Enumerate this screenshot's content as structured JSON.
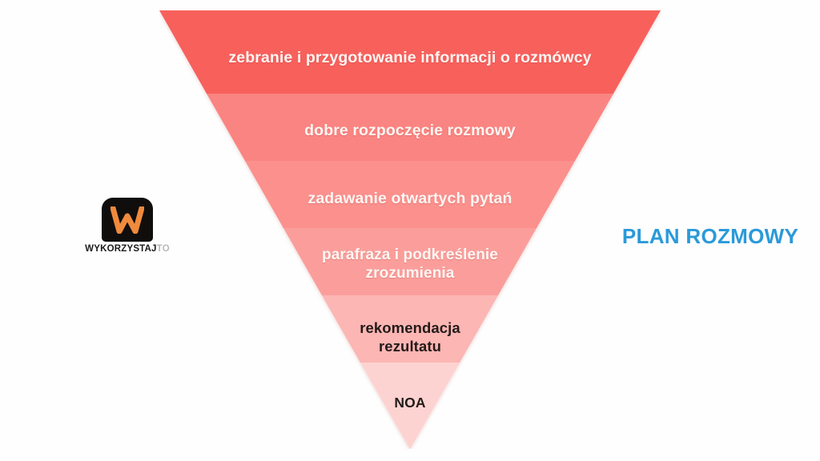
{
  "diagram": {
    "type": "inverted-funnel",
    "title": "PLAN ROZMOWY",
    "title_color": "#2a9ad9",
    "background_color": "#fefefe",
    "bands": [
      {
        "index": 1,
        "label": "zebranie i przygotowanie informacji o rozmówcy",
        "color": "#f8605c",
        "text_color": "#fdf7f4"
      },
      {
        "index": 2,
        "label": "dobre rozpoczęcie rozmowy",
        "color": "#fa8481",
        "text_color": "#fdf7f4"
      },
      {
        "index": 3,
        "label": "zadawanie otwartych pytań",
        "color": "#fb908d",
        "text_color": "#fdf7f4"
      },
      {
        "index": 4,
        "label": "parafraza i podkreślenie\nzrozumienia",
        "color": "#fb9e9b",
        "text_color": "#fdf7f4"
      },
      {
        "index": 5,
        "label": "rekomendacja\nrezultatu",
        "color": "#fcb6b4",
        "text_color": "#231a18"
      },
      {
        "index": 6,
        "label": "NOA",
        "color": "#fdd3d1",
        "text_color": "#231a18"
      }
    ]
  },
  "logo": {
    "mark_letter": "W",
    "mark_background": "#100e0d",
    "mark_color": "#f08a3c",
    "wordmark_main": "WYKORZYSTAJ",
    "wordmark_suffix": "TO"
  }
}
